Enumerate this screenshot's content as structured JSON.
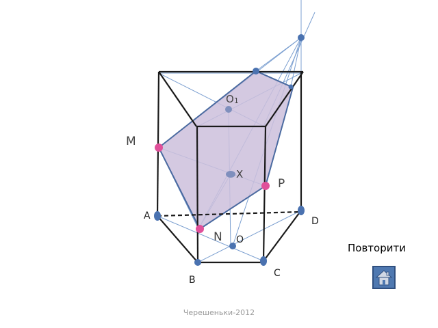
{
  "labels": {
    "M": "M",
    "O1": "O",
    "O1_sub": "1",
    "X": "X",
    "P": "P",
    "A": "A",
    "D": "D",
    "N": "N",
    "O": "O",
    "B": "B",
    "C": "C"
  },
  "controls": {
    "repeat_label": "Повторити",
    "home_icon": "home-icon"
  },
  "footer": {
    "credit": "Черешеньки-2012"
  },
  "colors": {
    "section_fill": "#cdbfdc",
    "section_stroke": "#4a6aa0",
    "aux_line": "#7b9fd0",
    "edge": "#1a1a1a",
    "point_blue": "#4a72b0",
    "point_pink": "#e0509a"
  }
}
